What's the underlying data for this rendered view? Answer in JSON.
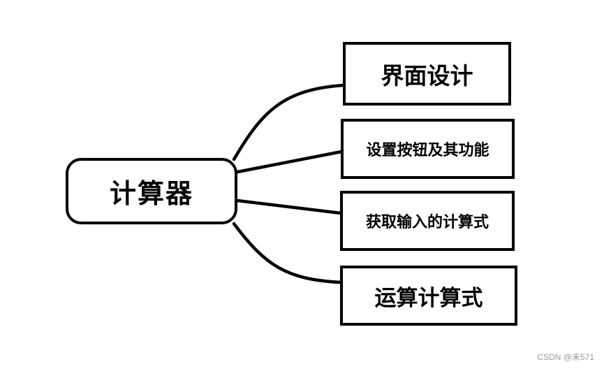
{
  "diagram": {
    "root": {
      "label": "计算器"
    },
    "branches": [
      {
        "label": "界面设计"
      },
      {
        "label": "设置按钮及其功能"
      },
      {
        "label": "获取输入的计算式"
      },
      {
        "label": "运算计算式"
      }
    ]
  },
  "watermark": "CSDN @未571",
  "colors": {
    "stroke": "#000000",
    "background": "#ffffff",
    "watermark": "#9a9a9a"
  }
}
